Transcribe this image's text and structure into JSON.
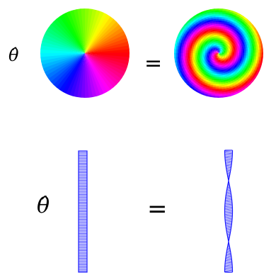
{
  "top_row": {
    "operator_symbol": "θ̂",
    "equals": "=",
    "left_disk": {
      "kind": "color-wheel",
      "colormap": "hsv"
    },
    "right_disk": {
      "kind": "spiral-color-wheel",
      "colormap": "hsv",
      "spiral_turns": 1.5
    }
  },
  "bottom_row": {
    "operator_symbol": "θ̂",
    "equals": "=",
    "left_ribbon": {
      "kind": "flat-ribbon",
      "color": "#1a1aff"
    },
    "right_ribbon": {
      "kind": "twisted-ribbon",
      "color": "#1a1aff",
      "twist_count": 2
    }
  }
}
